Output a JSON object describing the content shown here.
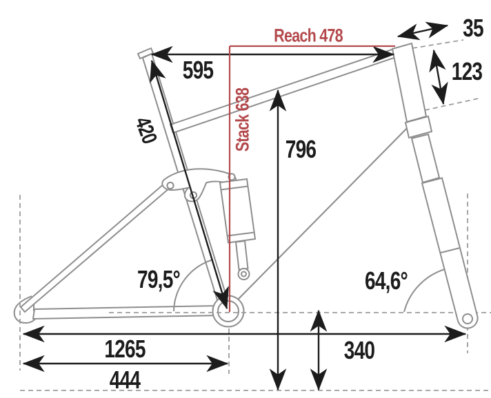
{
  "diagram": {
    "title": "Mountain bike frame geometry diagram",
    "colors": {
      "dimension_red": "#b3494c",
      "dimension_black": "#1c1c1c",
      "frame_gray": "#8d8d8d",
      "dashed_gray": "#9b9b9b",
      "background": "#ffffff"
    },
    "dimensions": {
      "reach": "Reach 478",
      "stack": "Stack 638",
      "top_tube_horizontal": "595",
      "seat_tube_length": "420",
      "head_tube_top_offset": "35",
      "head_tube_length": "123",
      "standover_height": "796",
      "seat_tube_angle": "79,5°",
      "head_tube_angle": "64,6°",
      "wheelbase": "1265",
      "chainstay_length": "444",
      "bb_height": "340"
    }
  }
}
